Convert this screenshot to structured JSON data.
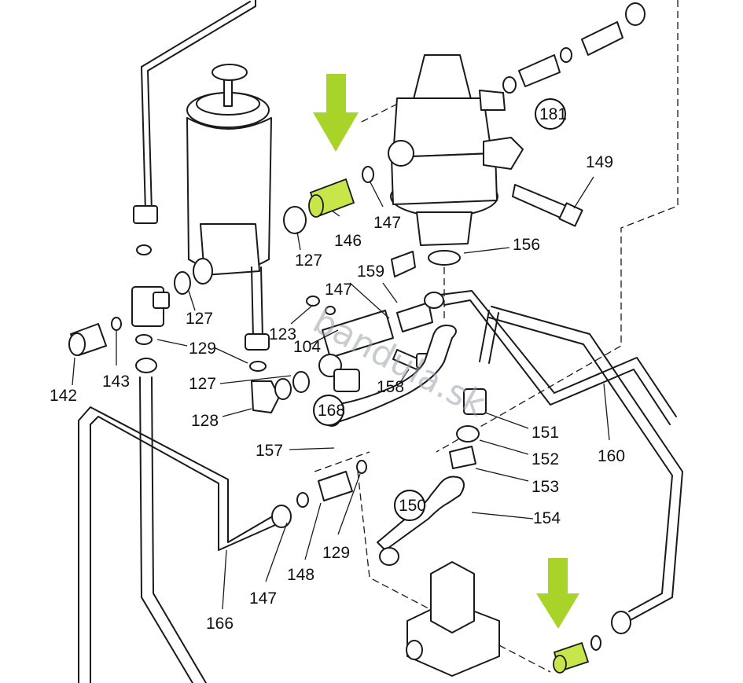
{
  "diagram": {
    "part_labels": [
      "149",
      "146",
      "147",
      "127",
      "156",
      "159",
      "147",
      "123",
      "104",
      "127",
      "129",
      "127",
      "143",
      "142",
      "128",
      "158",
      "151",
      "152",
      "153",
      "154",
      "160",
      "157",
      "147",
      "148",
      "129",
      "166"
    ],
    "circled_labels": [
      "181",
      "168",
      "150"
    ],
    "watermark": "bandula.sk",
    "highlight_color": "#c7e64a",
    "arrow_color": "#a8d42a",
    "highlighted_parts": [
      "146"
    ]
  }
}
